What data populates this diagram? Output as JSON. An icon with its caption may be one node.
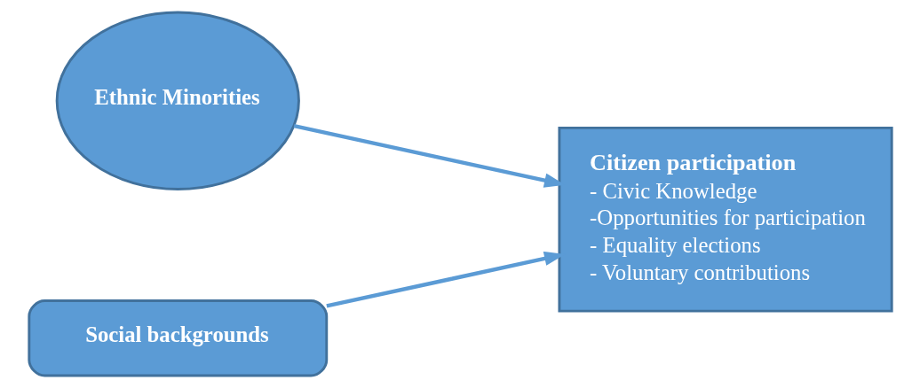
{
  "diagram": {
    "nodes": [
      {
        "text": [
          "Ethnic Minorities"
        ]
      },
      {
        "text": [
          "Citizen participation",
          "- Civic Knowledge",
          "-Opportunities for participation",
          "- Equality elections",
          "- Voluntary contributions"
        ]
      },
      {
        "text": [
          "Social backgrounds"
        ]
      }
    ],
    "edges": [
      {
        "from": 0,
        "to": 1,
        "arrow": "to"
      },
      {
        "from": 2,
        "to": 1,
        "arrow": "to"
      }
    ]
  }
}
